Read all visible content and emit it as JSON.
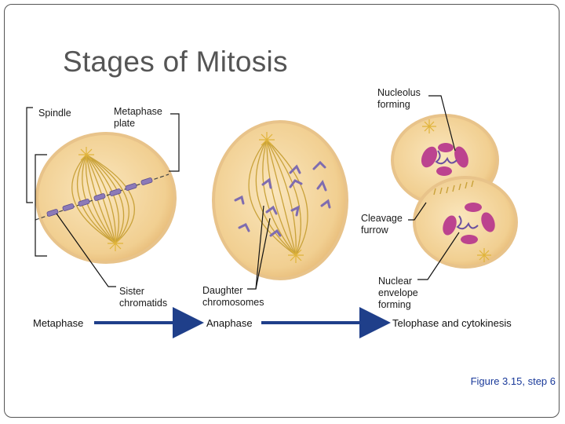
{
  "title": "Stages of Mitosis",
  "labels": {
    "spindle": "Spindle",
    "metaphase_plate": "Metaphase\nplate",
    "nucleolus_forming": "Nucleolus\nforming",
    "cleavage_furrow": "Cleavage\nfurrow",
    "sister_chromatids": "Sister\nchromatids",
    "daughter_chromosomes": "Daughter\nchromosomes",
    "nuclear_envelope_forming": "Nuclear\nenvelope\nforming"
  },
  "stages": {
    "metaphase": "Metaphase",
    "anaphase": "Anaphase",
    "telophase": "Telophase and cytokinesis"
  },
  "figure_ref": "Figure 3.15, step 6",
  "colors": {
    "cell_fill": "#f3d39a",
    "spindle_fiber": "#c9a23a",
    "chromosome": "#8c7ab8",
    "nucleus": "#b6338c",
    "arrow": "#1f3f8a"
  }
}
